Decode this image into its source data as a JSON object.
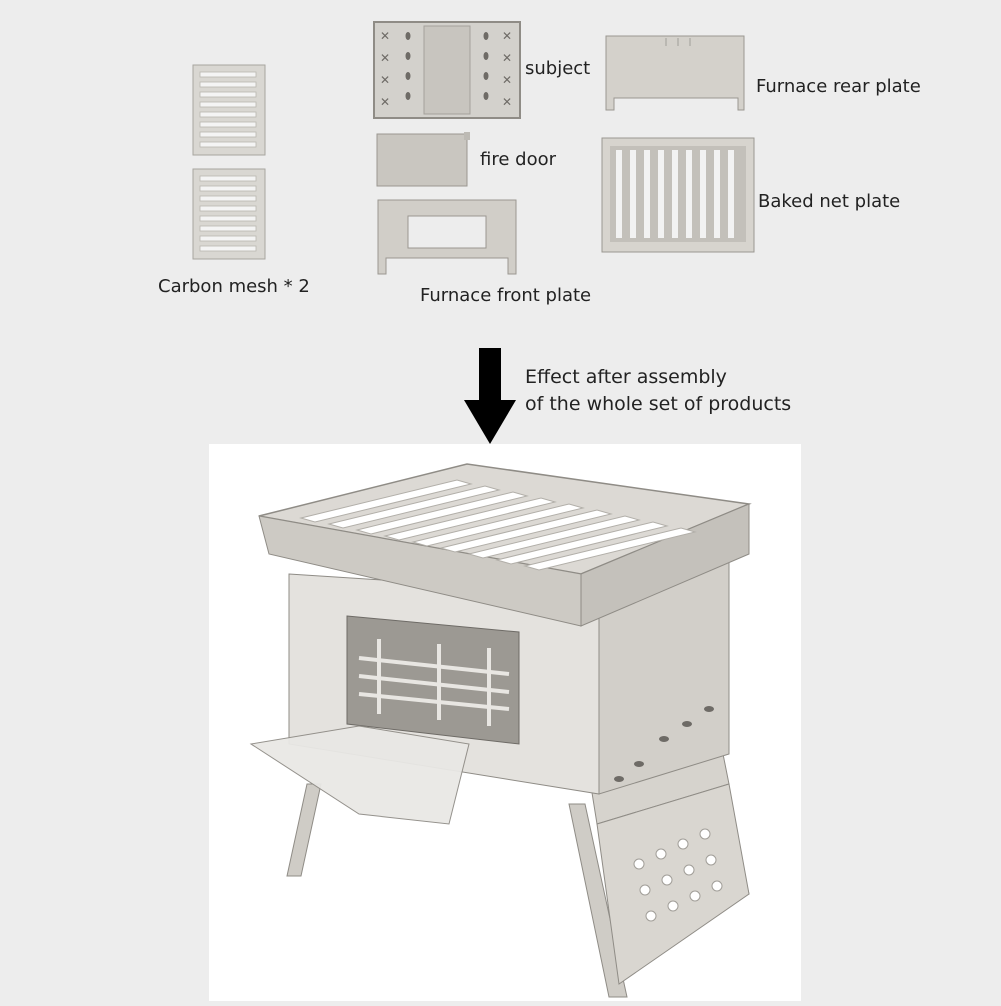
{
  "labels": {
    "subject": "subject",
    "furnace_rear_plate": "Furnace rear plate",
    "fire_door": "fire door",
    "baked_net_plate": "Baked net plate",
    "carbon_mesh": "Carbon mesh * 2",
    "furnace_front_plate": "Furnace front plate"
  },
  "caption": {
    "line1": "Effect after assembly",
    "line2": "of the whole set of products"
  },
  "colors": {
    "background": "#ededed",
    "steel_light": "#dcdad6",
    "steel_mid": "#bdbab4",
    "steel_dark": "#8f8c86",
    "arrow": "#000000"
  },
  "icons": {
    "arrow": "down-arrow-icon"
  }
}
